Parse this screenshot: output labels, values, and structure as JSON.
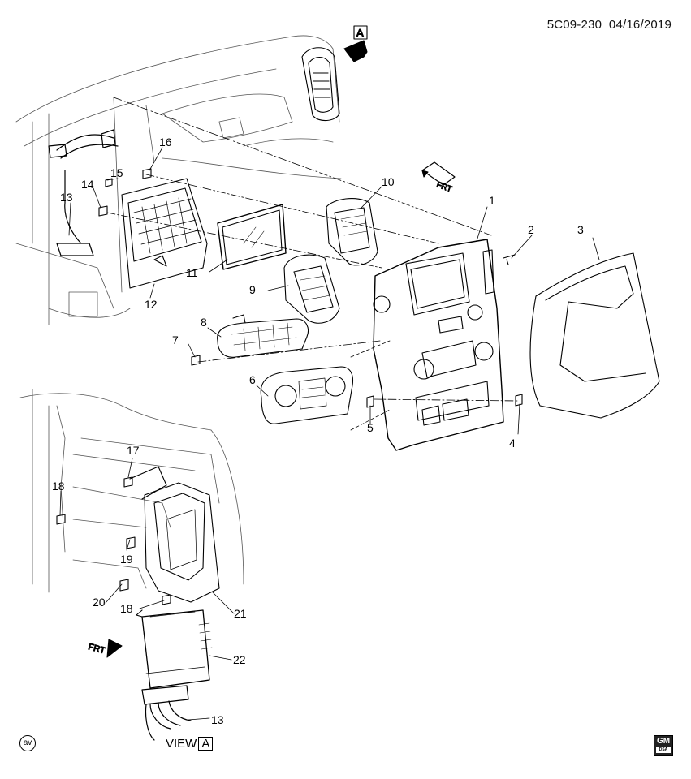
{
  "header": {
    "code": "5C09-230",
    "date": "04/16/2019"
  },
  "view_label": {
    "prefix": "VIEW",
    "letter": "A"
  },
  "view_arrow": {
    "letter": "A"
  },
  "frt_label": "FRT",
  "av_badge": "av",
  "gm_logo": {
    "text": "GM",
    "subtext": "DSA"
  },
  "callouts": [
    "1",
    "2",
    "3",
    "4",
    "5",
    "6",
    "7",
    "8",
    "9",
    "10",
    "11",
    "12",
    "13",
    "14",
    "15",
    "16",
    "17",
    "18",
    "19",
    "20",
    "21",
    "22",
    "13",
    "18"
  ]
}
